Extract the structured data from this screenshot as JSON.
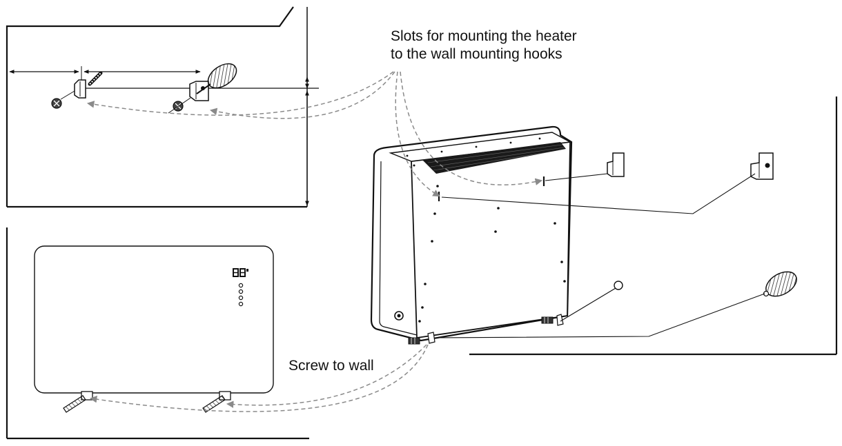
{
  "labels": {
    "slots_line1": "Slots for mounting the heater",
    "slots_line2": "to the wall mounting hooks",
    "screw_to_wall": "Screw to wall"
  },
  "colors": {
    "ink": "#111111",
    "dashed_arrow": "#8a8a8a",
    "panel_fill": "#ffffff"
  },
  "icons": [
    "mounting-hook-icon",
    "screw-icon",
    "wall-plug-icon",
    "screwdriver-icon",
    "wall-anchor-icon"
  ]
}
